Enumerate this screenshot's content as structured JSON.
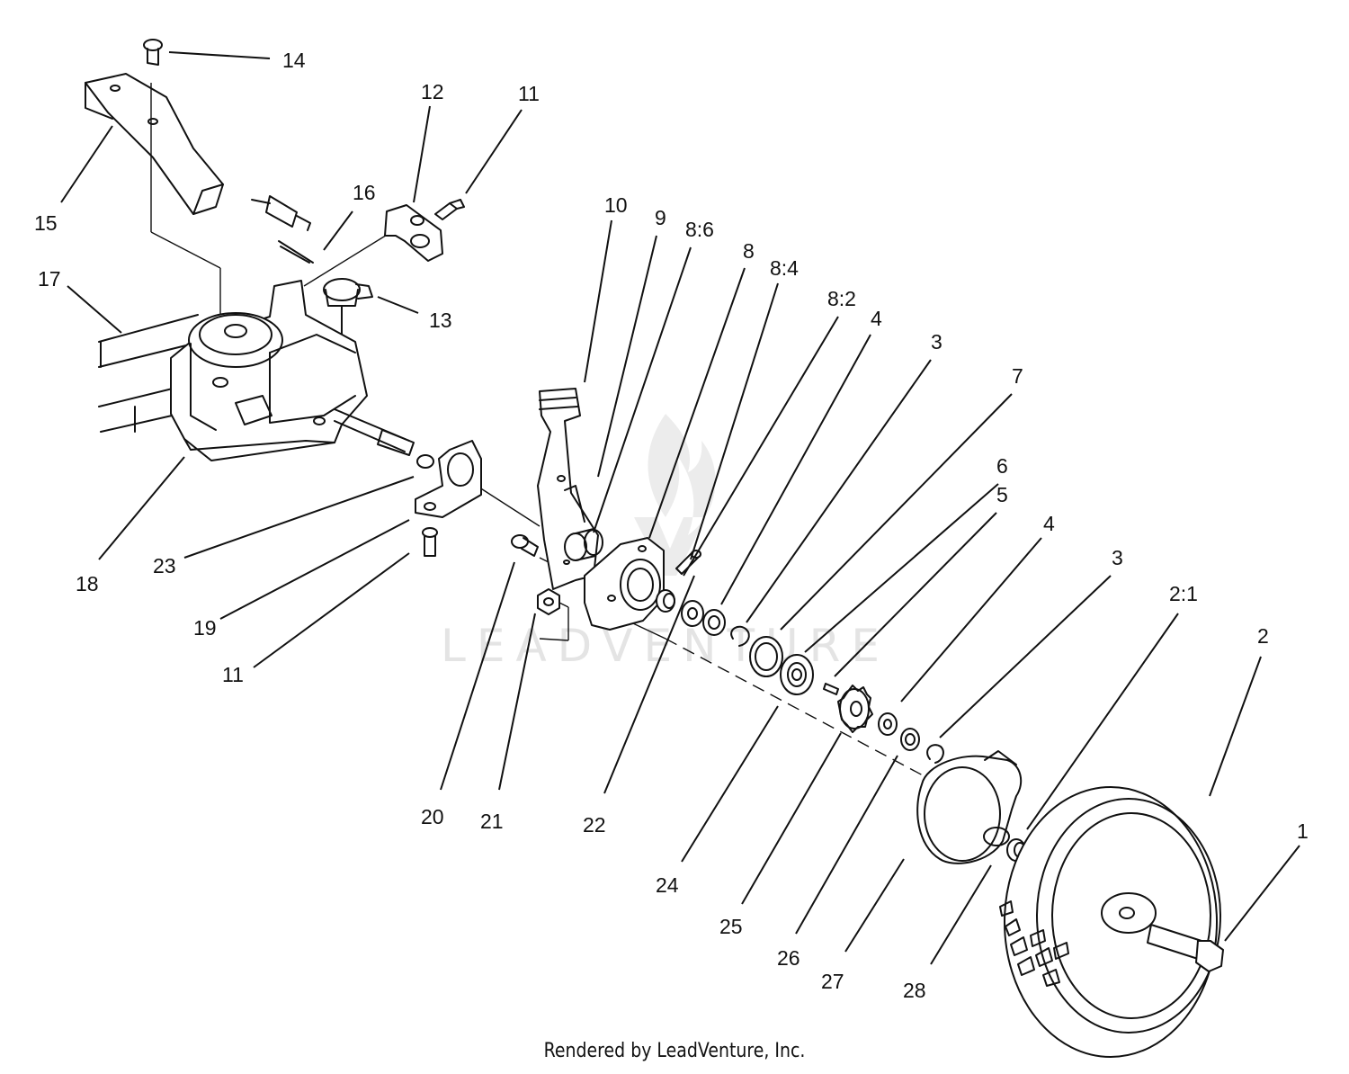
{
  "watermark": {
    "text": "LEADVENTURE"
  },
  "footer": {
    "credit": "Rendered by LeadVenture, Inc."
  },
  "callouts": [
    {
      "id": "c14",
      "label": "14"
    },
    {
      "id": "c12",
      "label": "12"
    },
    {
      "id": "c11a",
      "label": "11"
    },
    {
      "id": "c15",
      "label": "15"
    },
    {
      "id": "c16",
      "label": "16"
    },
    {
      "id": "c17",
      "label": "17"
    },
    {
      "id": "c13",
      "label": "13"
    },
    {
      "id": "c10",
      "label": "10"
    },
    {
      "id": "c9",
      "label": "9"
    },
    {
      "id": "c8_6",
      "label": "8:6"
    },
    {
      "id": "c8",
      "label": "8"
    },
    {
      "id": "c8_4",
      "label": "8:4"
    },
    {
      "id": "c8_2",
      "label": "8:2"
    },
    {
      "id": "c4a",
      "label": "4"
    },
    {
      "id": "c3a",
      "label": "3"
    },
    {
      "id": "c7",
      "label": "7"
    },
    {
      "id": "c6",
      "label": "6"
    },
    {
      "id": "c5",
      "label": "5"
    },
    {
      "id": "c4b",
      "label": "4"
    },
    {
      "id": "c3b",
      "label": "3"
    },
    {
      "id": "c2_1",
      "label": "2:1"
    },
    {
      "id": "c2",
      "label": "2"
    },
    {
      "id": "c1",
      "label": "1"
    },
    {
      "id": "c18",
      "label": "18"
    },
    {
      "id": "c23",
      "label": "23"
    },
    {
      "id": "c19",
      "label": "19"
    },
    {
      "id": "c11b",
      "label": "11"
    },
    {
      "id": "c20",
      "label": "20"
    },
    {
      "id": "c21",
      "label": "21"
    },
    {
      "id": "c22",
      "label": "22"
    },
    {
      "id": "c24",
      "label": "24"
    },
    {
      "id": "c25",
      "label": "25"
    },
    {
      "id": "c26",
      "label": "26"
    },
    {
      "id": "c27",
      "label": "27"
    },
    {
      "id": "c28",
      "label": "28"
    }
  ]
}
